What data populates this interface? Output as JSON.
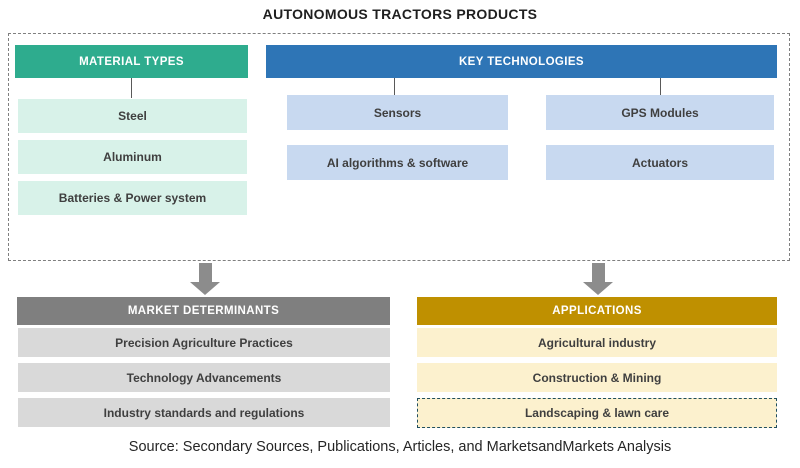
{
  "title": "AUTONOMOUS TRACTORS PRODUCTS",
  "panels": {
    "material_types": {
      "header": "MATERIAL TYPES",
      "items": [
        "Steel",
        "Aluminum",
        "Batteries & Power system"
      ]
    },
    "key_technologies": {
      "header": "KEY TECHNOLOGIES",
      "column_1": [
        "Sensors",
        "AI algorithms & software"
      ],
      "column_2": [
        "GPS Modules",
        "Actuators"
      ]
    },
    "market_determinants": {
      "header": "MARKET DETERMINANTS",
      "items": [
        "Precision Agriculture Practices",
        "Technology Advancements",
        "Industry standards and regulations"
      ]
    },
    "applications": {
      "header": "APPLICATIONS",
      "items": [
        "Agricultural industry",
        "Construction & Mining",
        "Landscaping & lawn care"
      ],
      "highlighted_item": "Landscaping & lawn care"
    }
  },
  "source_note": "Source: Secondary Sources, Publications, Articles, and MarketsandMarkets Analysis",
  "colors": {
    "material_header": "#2EAC8E",
    "material_item": "#D8F2E9",
    "technology_header": "#2E75B6",
    "technology_item": "#C8D9F0",
    "determinants_header": "#7F7F7F",
    "determinants_item": "#D9D9D9",
    "applications_header": "#BF9000",
    "applications_item": "#FCF1CE",
    "highlight_border": "#1F4E5F",
    "arrow": "#8C8C8C",
    "dashed_panel_border": "#7F7F7F"
  }
}
